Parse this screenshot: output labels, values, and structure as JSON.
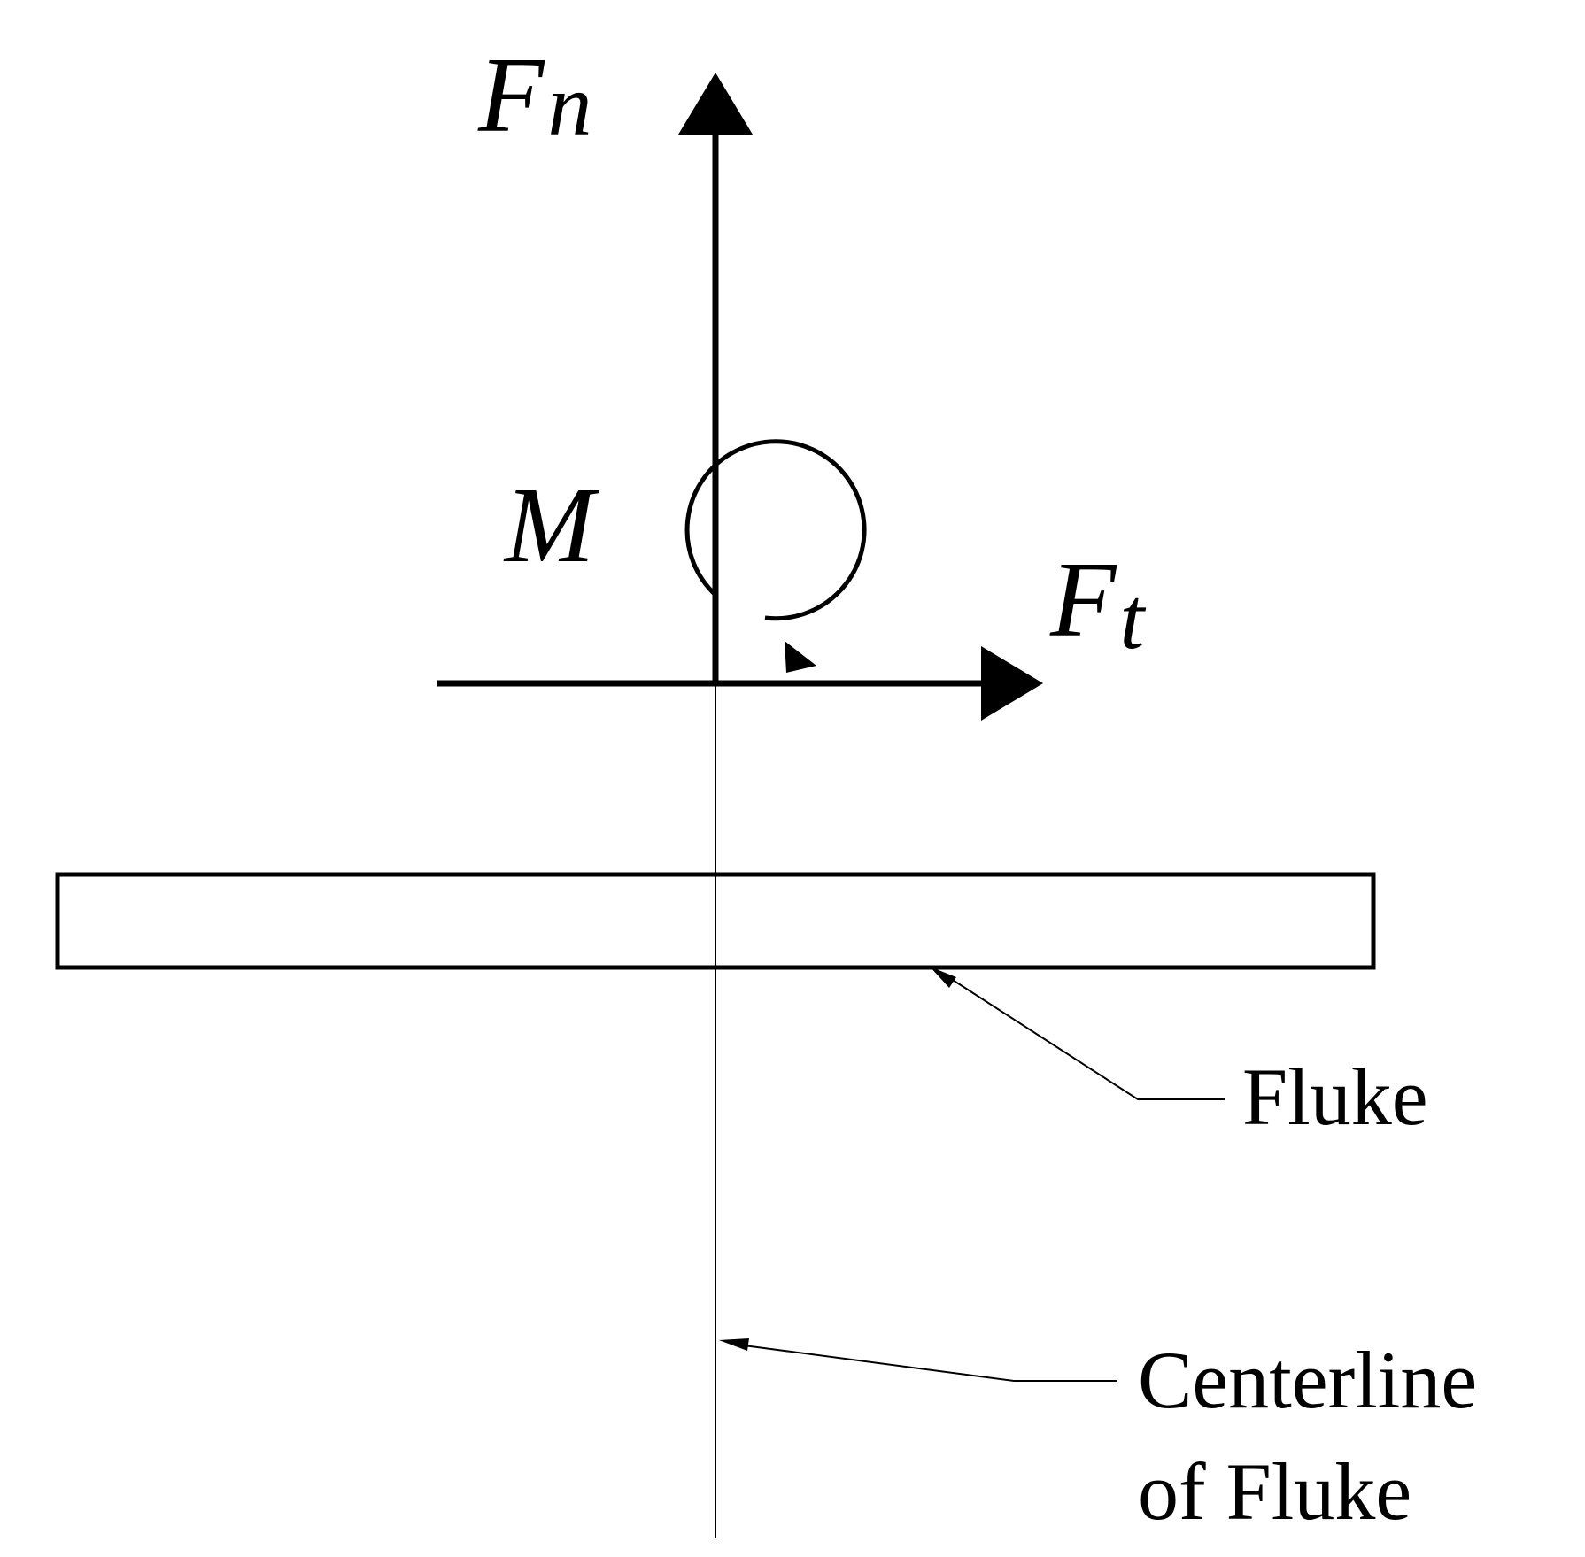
{
  "labels": {
    "normal_force": {
      "symbol": "F",
      "subscript": "n"
    },
    "tangential_force": {
      "symbol": "F",
      "subscript": "t"
    },
    "moment": "M",
    "fluke": "Fluke",
    "centerline_line1": "Centerline",
    "centerline_line2": "of Fluke"
  },
  "colors": {
    "stroke": "#000000",
    "background": "#ffffff"
  }
}
